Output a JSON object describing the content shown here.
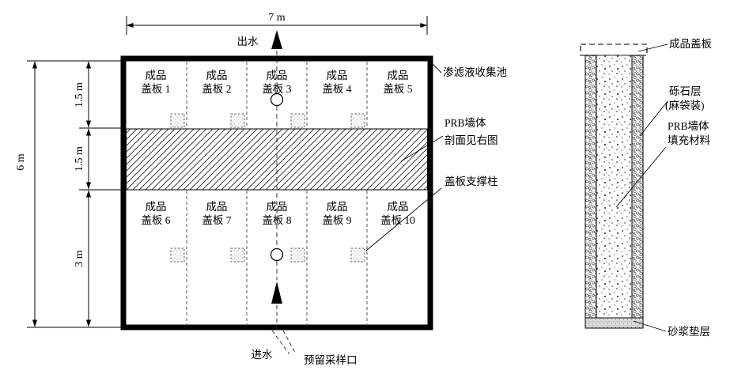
{
  "plan": {
    "dim_top": "7 m",
    "dim_left_total": "6 m",
    "dim_row1": "1.5 m",
    "dim_row2": "1.5 m",
    "dim_row3": "3 m",
    "outflow_label": "出水",
    "inflow_label": "进水",
    "sampling_label": "预留采样口",
    "covers": [
      {
        "line1": "成品",
        "line2": "盖板 1"
      },
      {
        "line1": "成品",
        "line2": "盖板 2"
      },
      {
        "line1": "成品",
        "line2": "盖板 3"
      },
      {
        "line1": "成品",
        "line2": "盖板 4"
      },
      {
        "line1": "成品",
        "line2": "盖板 5"
      },
      {
        "line1": "成品",
        "line2": "盖板 6"
      },
      {
        "line1": "成品",
        "line2": "盖板 7"
      },
      {
        "line1": "成品",
        "line2": "盖板 8"
      },
      {
        "line1": "成品",
        "line2": "盖板 9"
      },
      {
        "line1": "成品",
        "line2": "盖板 10"
      }
    ],
    "callouts": {
      "pool": "渗滤液收集池",
      "prb_wall_line1": "PRB墙体",
      "prb_wall_line2": "剖面见右图",
      "support_column": "盖板支撑柱"
    }
  },
  "section": {
    "cover": "成品盖板",
    "gravel_line1": "砾石层",
    "gravel_line2": "(麻袋装)",
    "fill_line1": "PRB墙体",
    "fill_line2": "填充材料",
    "mortar": "砂浆垫层"
  },
  "colors": {
    "ink": "#000000",
    "background": "#ffffff"
  }
}
